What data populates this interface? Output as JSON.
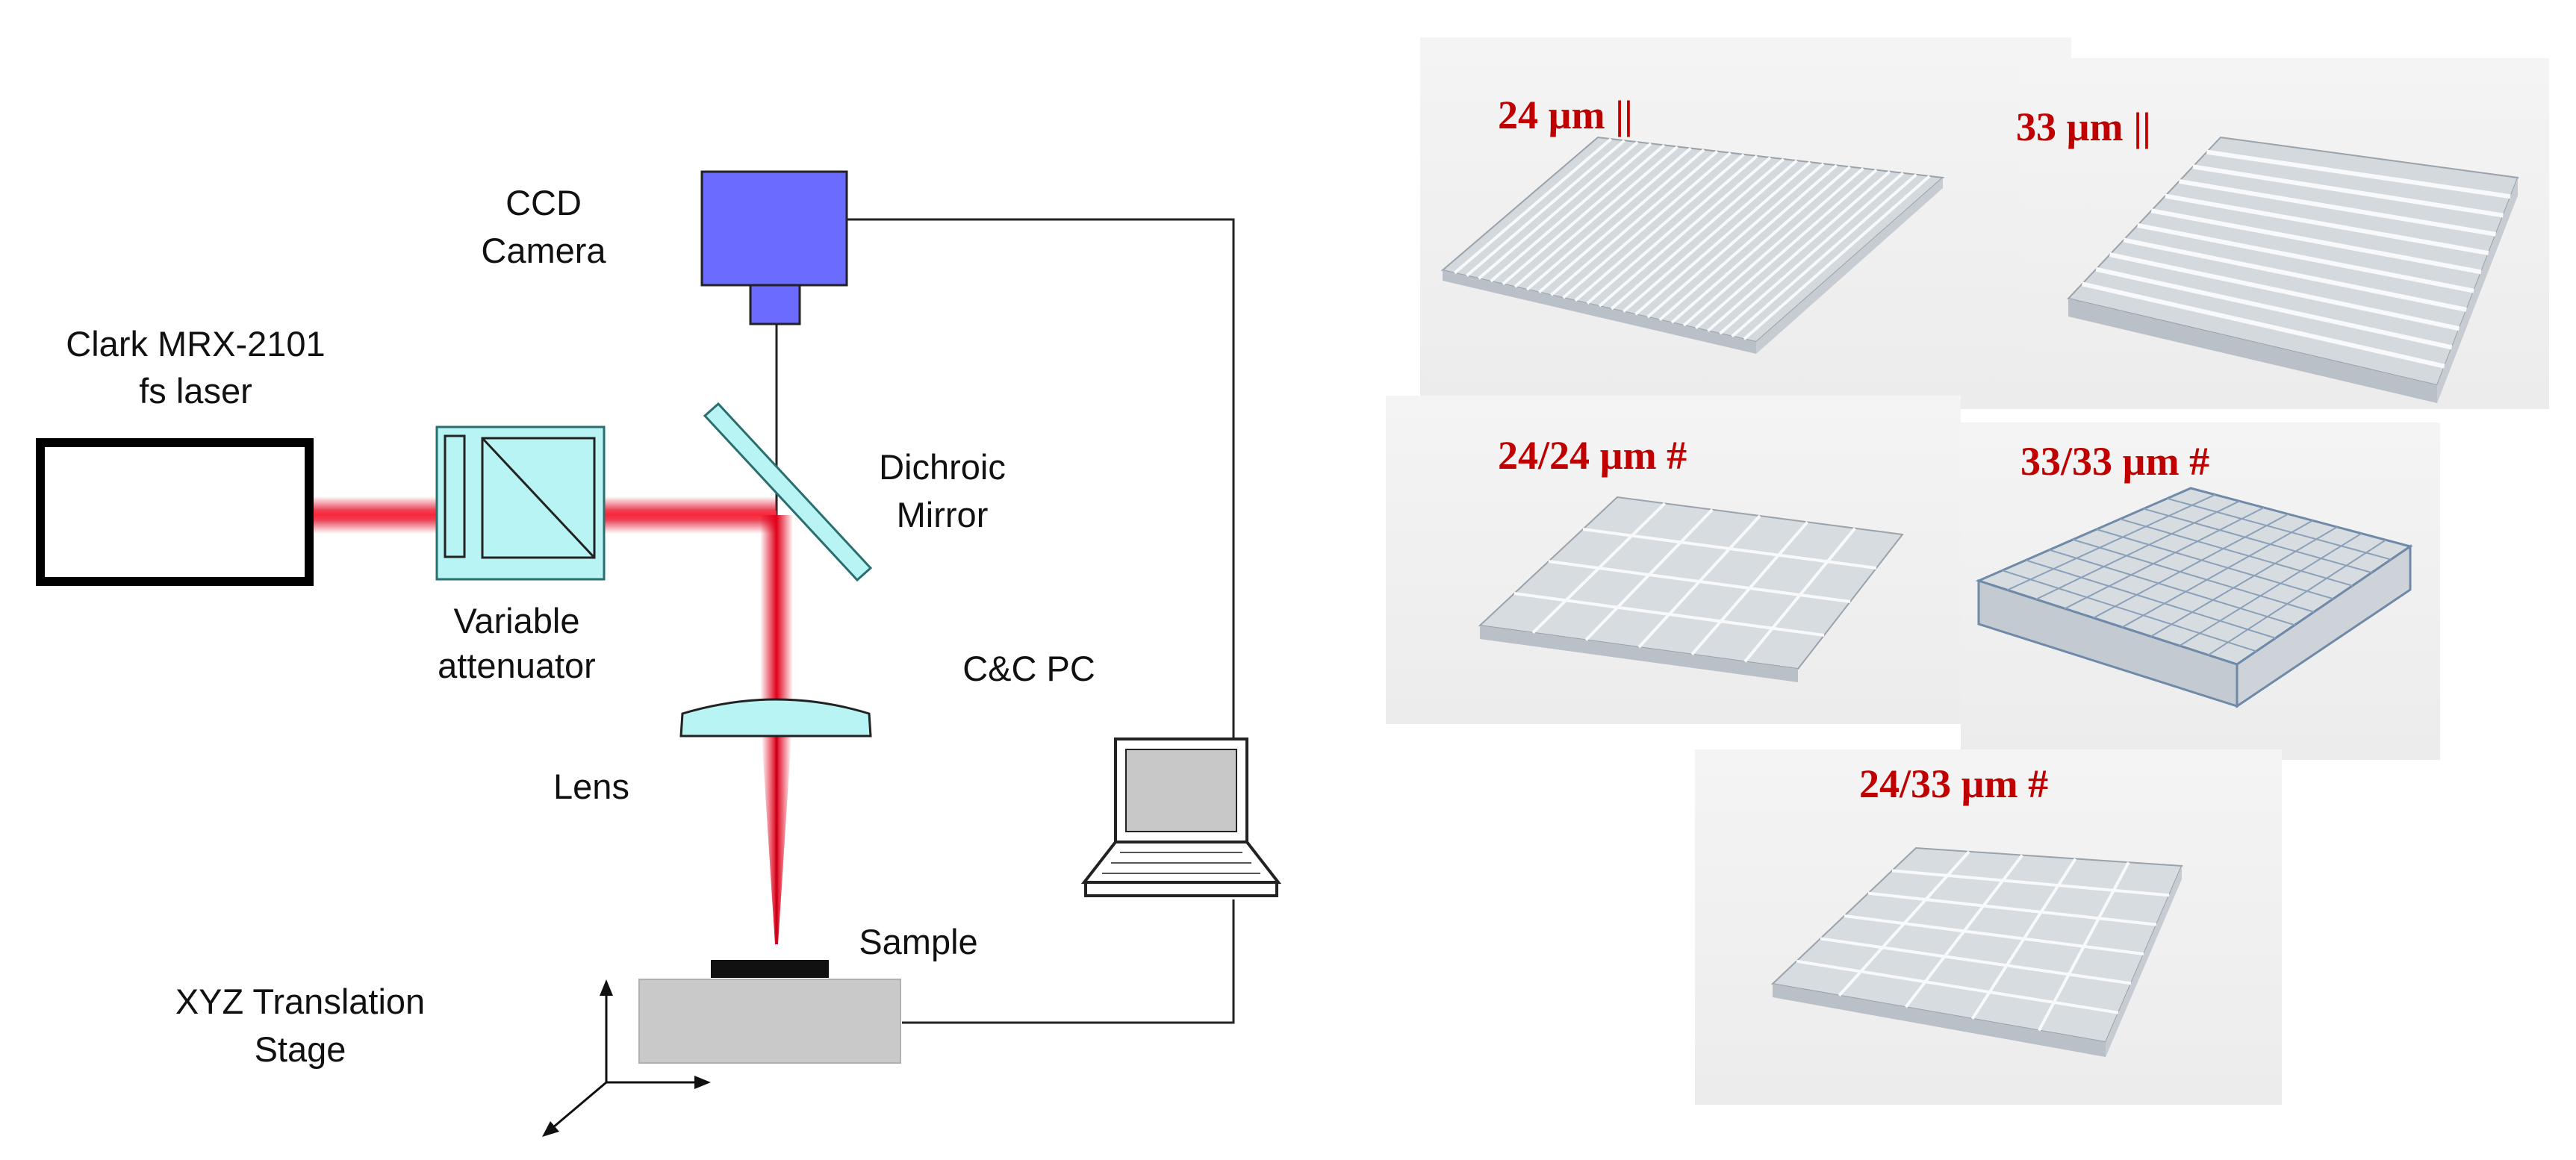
{
  "colors": {
    "laser_beam": "#e0001a",
    "camera": "#6b6bff",
    "optics": "#b8f4f4",
    "stage": "#c9c9c9",
    "surface_label": "#c00000",
    "surface_model": "#e9eef2"
  },
  "setup": {
    "laser_label_line1": "Clark MRX-2101",
    "laser_label_line2": "fs  laser",
    "attenuator_label_line1": "Variable",
    "attenuator_label_line2": "attenuator",
    "camera_label_line1": "CCD",
    "camera_label_line2": "Camera",
    "mirror_label_line1": "Dichroic",
    "mirror_label_line2": "Mirror",
    "pc_label": "C&C PC",
    "lens_label": "Lens",
    "sample_label": "Sample",
    "stage_label_line1": "XYZ Translation",
    "stage_label_line2": "Stage"
  },
  "surfaces": [
    {
      "label": "24 µm ||",
      "pattern": "parallel-grooves"
    },
    {
      "label": "33 µm ||",
      "pattern": "parallel-grooves"
    },
    {
      "label": "24/24 µm #",
      "pattern": "crossed-grooves"
    },
    {
      "label": "33/33 µm #",
      "pattern": "crossed-grooves"
    },
    {
      "label": "24/33 µm #",
      "pattern": "crossed-grooves"
    }
  ]
}
